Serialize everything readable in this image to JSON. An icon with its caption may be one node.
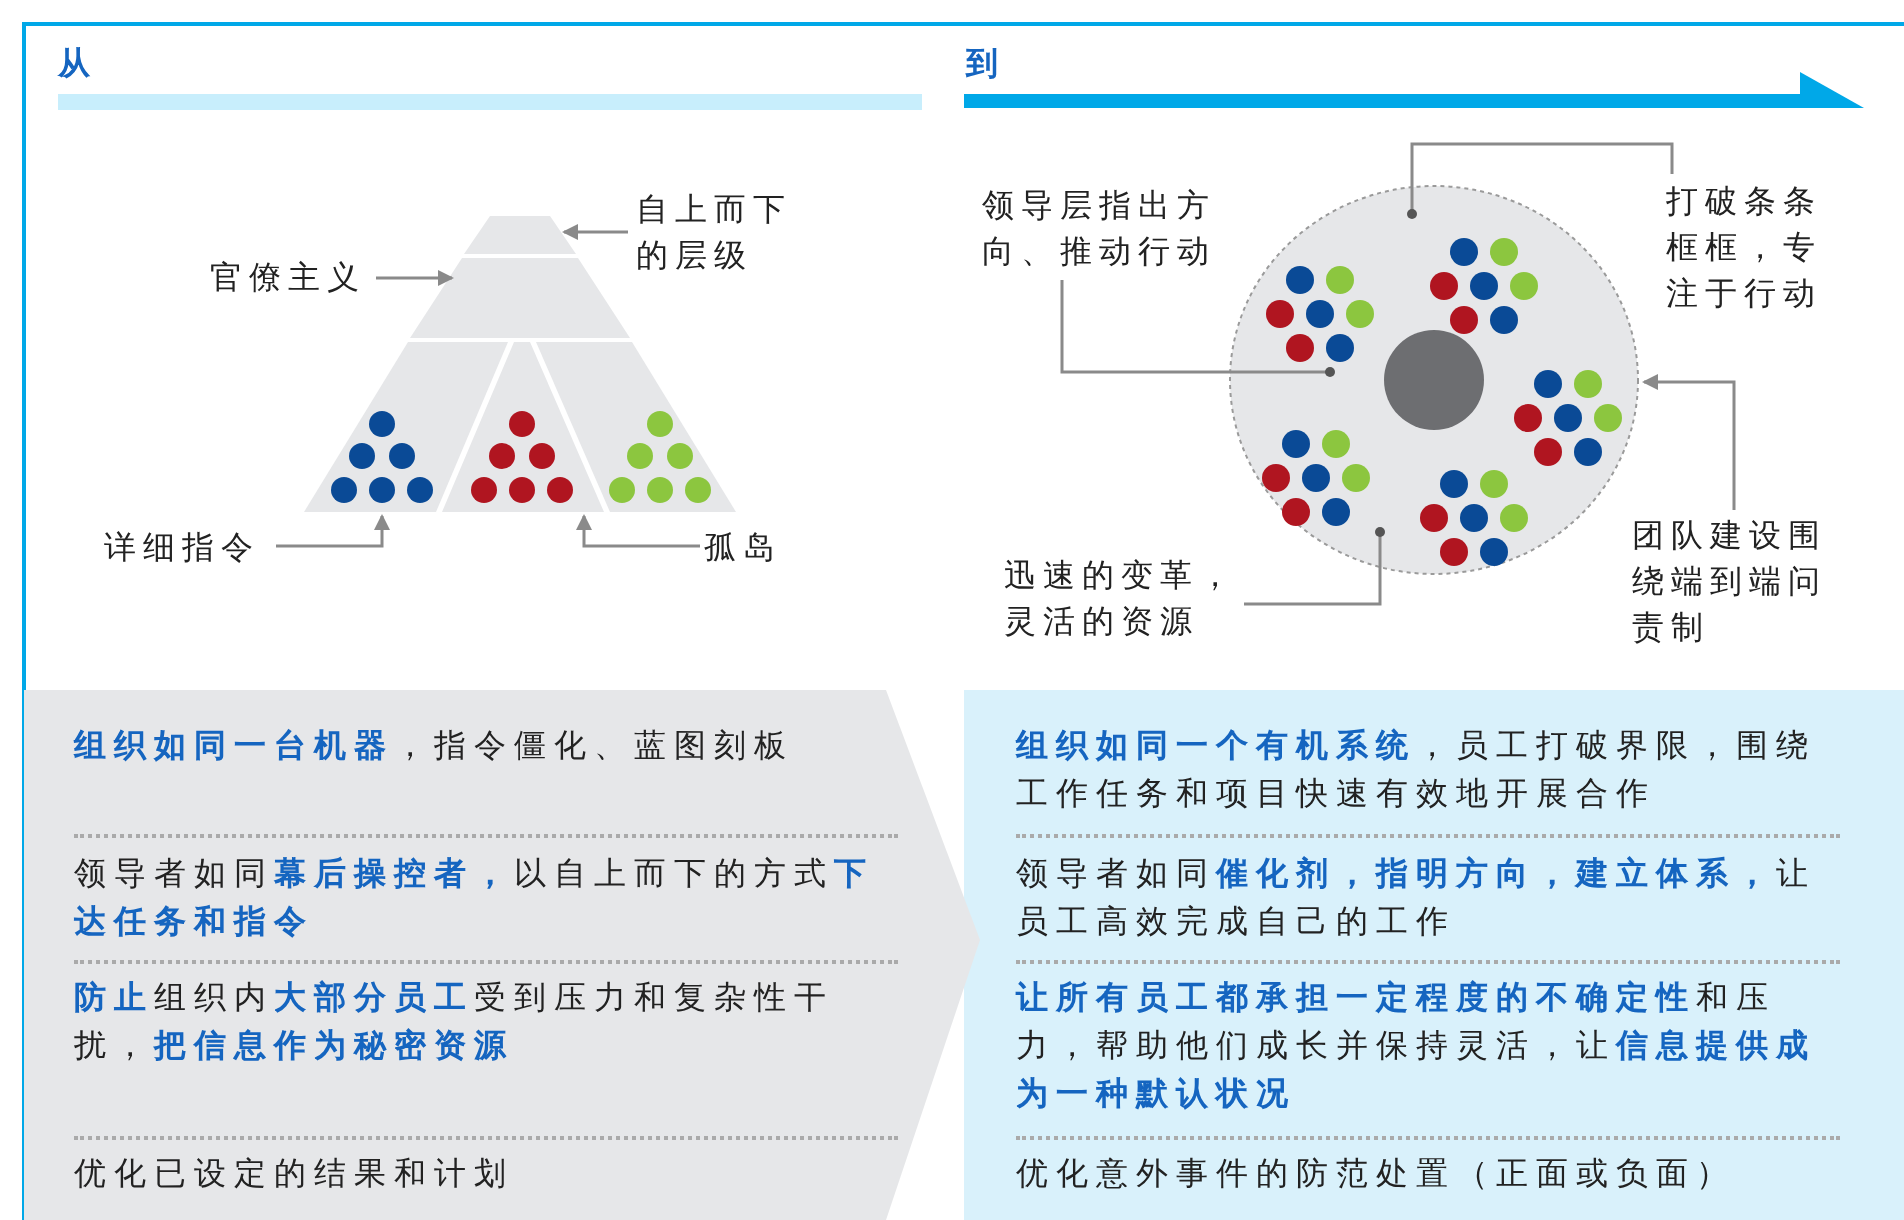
{
  "diagram": {
    "nodes": [
      {
        "text": [
          "官僚主义"
        ]
      },
      {
        "text": [
          "自上而下的层级"
        ]
      },
      {
        "text": [],
        "shape": "band"
      },
      {
        "text": [],
        "shape": "band"
      },
      {
        "text": [],
        "shape": "trapezoid"
      },
      {
        "text": [],
        "shape": "trapezoid"
      },
      {
        "text": [],
        "shape": "trapezoid"
      },
      {
        "text": [
          "详细指令"
        ]
      },
      {
        "text": [
          "孤岛"
        ]
      },
      {
        "text": [],
        "shape": "circle"
      },
      {
        "text": [
          "领导层指出方向、推动行动"
        ]
      },
      {
        "text": [
          "打破条条框框，专注于行动"
        ]
      },
      {
        "text": [
          "团队建设围绕端到端问责制"
        ]
      },
      {
        "text": [
          "迅速的变革，灵活的资源"
        ]
      },
      {
        "text": [
          "**组织如同一台机器**，指令僵化、蓝图刻板",
          "领导者如同**幕后操控者，**以自上而下的方式**下达任务和指令**",
          "**防止**组织内**大部分员工**受到压力和复杂性干扰，**把信息作为秘密资源**",
          "优化已设定的结果和计划"
        ]
      },
      {
        "text": [
          "**组织如同一个有机系统**，员工打破界限，围绕工作任务和项目快速有效地开展合作",
          "领导者如同**催化剂，指明方向，建立体系，**让员工高效完成自己的工作",
          "**让所有员工都承担一定程度的不确定性**和压力，帮助他们成长并保持灵活，让**信息提供成为一种默认状况**",
          "优化意外事件的防范处置（正面或负面）"
        ]
      }
    ],
    "edges": [
      {
        "from": 0,
        "to": 3,
        "arrow": "to"
      },
      {
        "from": 1,
        "to": 2,
        "arrow": "to"
      },
      {
        "from": 7,
        "to": 4,
        "arrow": "to"
      },
      {
        "from": 8,
        "to": 5,
        "arrow": "to"
      },
      {
        "from": 10,
        "to": 9,
        "arrow": "other"
      },
      {
        "from": 11,
        "to": 9,
        "arrow": "other"
      },
      {
        "from": 12,
        "to": 9,
        "arrow": "to"
      },
      {
        "from": 13,
        "to": 9,
        "arrow": "other"
      }
    ],
    "labels": [
      "从",
      "到"
    ]
  }
}
